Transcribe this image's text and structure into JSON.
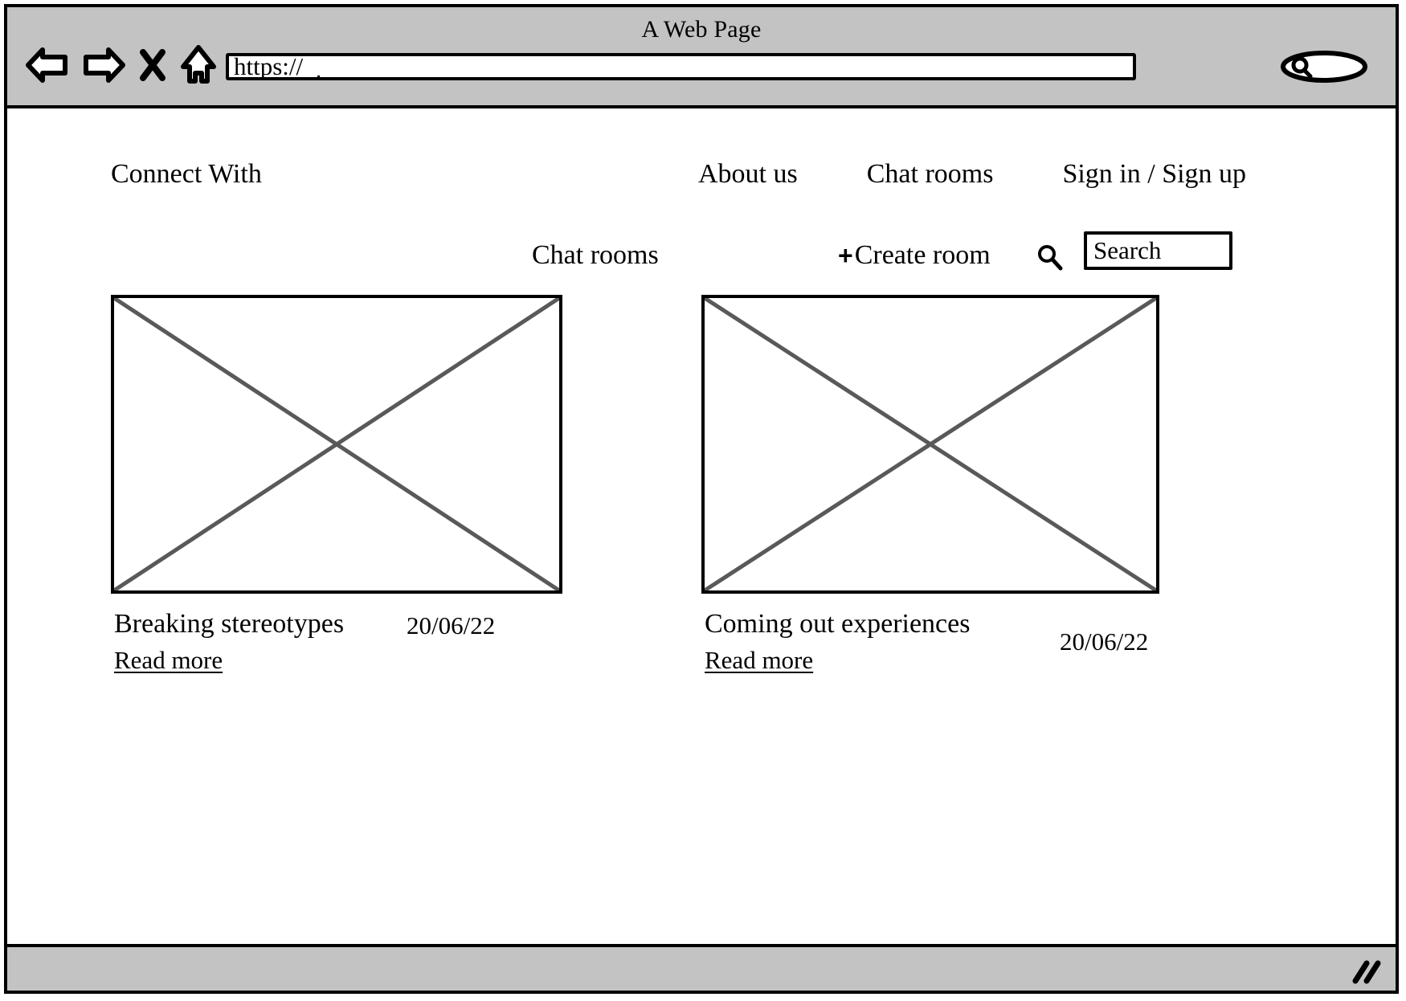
{
  "window": {
    "title": "A Web Page",
    "chrome": {
      "back_icon": "back-arrow-icon",
      "forward_icon": "forward-arrow-icon",
      "stop_icon": "stop-x-icon",
      "home_icon": "home-icon",
      "url_value": "https://",
      "url_placeholder": "https://",
      "search_icon": "magnifier-icon"
    },
    "status": {
      "resize_grip": "resize-grip-icon"
    }
  },
  "header": {
    "brand": "Connect With",
    "nav": [
      {
        "label": "About us"
      },
      {
        "label": "Chat rooms"
      },
      {
        "label": "Sign in / Sign up"
      }
    ]
  },
  "toolbar": {
    "section_title": "Chat rooms",
    "create_room_plus": "+",
    "create_room_label": "Create room",
    "search_icon": "magnifier-icon",
    "search_value": "Search",
    "search_placeholder": "Search"
  },
  "cards": [
    {
      "thumbnail": "placeholder-image-cross",
      "title": "Breaking stereotypes",
      "date": "20/06/22",
      "link_label": "Read more"
    },
    {
      "thumbnail": "placeholder-image-cross",
      "title": "Coming out experiences",
      "date": "20/06/22",
      "link_label": "Read more"
    }
  ],
  "colors": {
    "chrome_background": "#c3c3c3",
    "page_background": "#ffffff",
    "stroke": "#000000",
    "placeholder_cross": "#595959"
  }
}
